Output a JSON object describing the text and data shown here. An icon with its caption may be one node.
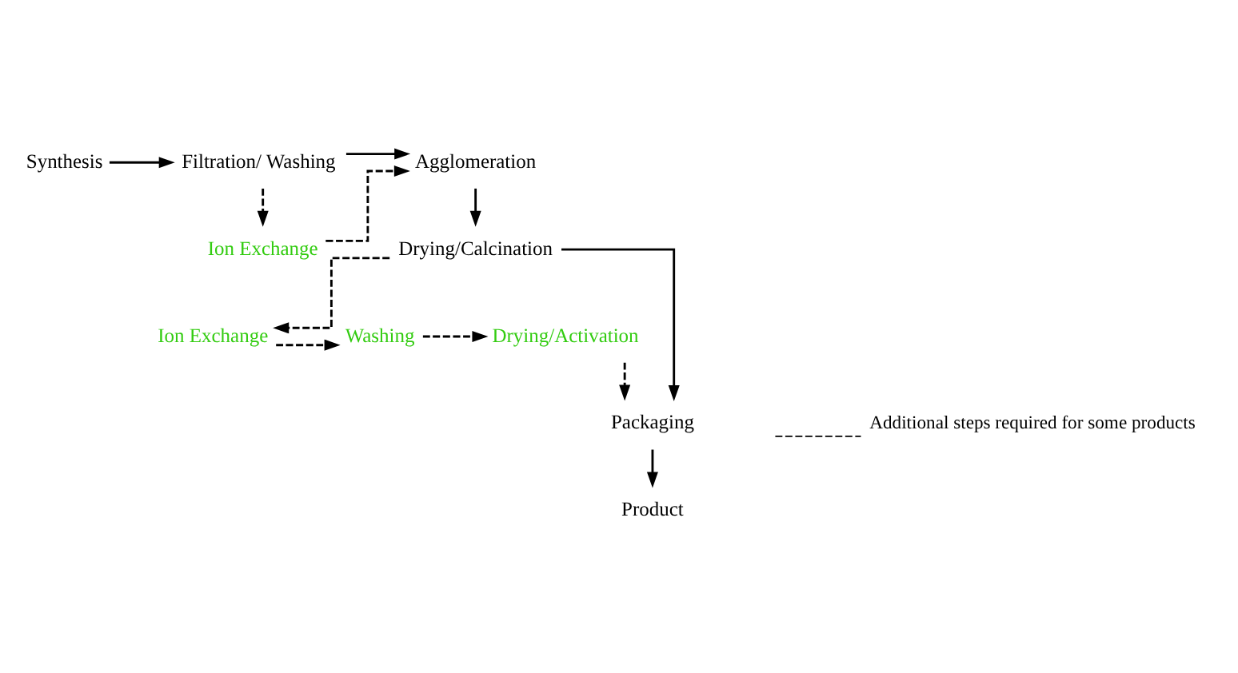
{
  "diagram": {
    "nodes": [
      {
        "text": [
          "Synthesis"
        ]
      },
      {
        "text": [
          "Filtration/ Washing"
        ]
      },
      {
        "text": [
          "Ion Exchange"
        ]
      },
      {
        "text": [
          "Agglomeration"
        ]
      },
      {
        "text": [
          "Drying/Calcination"
        ]
      },
      {
        "text": [
          "Ion Exchange"
        ]
      },
      {
        "text": [
          "Washing"
        ]
      },
      {
        "text": [
          "Drying/Activation"
        ]
      },
      {
        "text": [
          "Packaging"
        ]
      },
      {
        "text": [
          "Product"
        ]
      }
    ],
    "edges": [
      {
        "from": 0,
        "to": 1,
        "arrow": "to"
      },
      {
        "from": 1,
        "to": 2,
        "arrow": "to",
        "style": "dashed"
      },
      {
        "from": 2,
        "to": 3,
        "arrow": "to",
        "style": "dashed"
      },
      {
        "from": 1,
        "to": 3,
        "arrow": "to"
      },
      {
        "from": 3,
        "to": 4,
        "arrow": "to"
      },
      {
        "from": 4,
        "to": 8,
        "arrow": "to"
      },
      {
        "from": 4,
        "to": 5,
        "arrow": "to",
        "style": "dashed"
      },
      {
        "from": 5,
        "to": 6,
        "arrow": "to",
        "style": "dashed"
      },
      {
        "from": 6,
        "to": 7,
        "arrow": "to",
        "style": "dashed"
      },
      {
        "from": 7,
        "to": 8,
        "arrow": "to",
        "style": "dashed"
      },
      {
        "from": 8,
        "to": 9,
        "arrow": "to"
      }
    ],
    "legend": [
      {
        "text": "Additional steps required for some products"
      }
    ]
  }
}
